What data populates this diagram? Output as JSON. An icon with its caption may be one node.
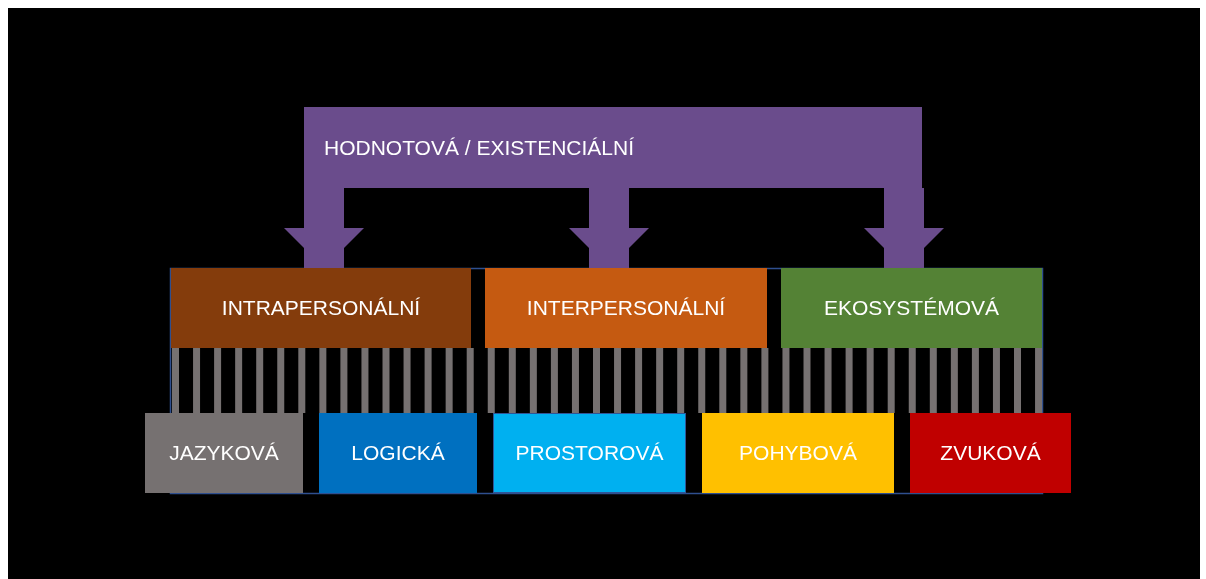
{
  "diagram": {
    "nodes": [
      {
        "text": [
          "HODNOTOVÁ / EXISTENCIÁLNÍ"
        ]
      },
      {
        "text": [
          "INTRAPERSONÁLNÍ"
        ]
      },
      {
        "text": [
          "INTERPERSONÁLNÍ"
        ]
      },
      {
        "text": [
          "EKOSYSTÉMOVÁ"
        ]
      },
      {
        "text": [
          "JAZYKOVÁ"
        ]
      },
      {
        "text": [
          "LOGICKÁ"
        ]
      },
      {
        "text": [
          "PROSTOROVÁ"
        ]
      },
      {
        "text": [
          "POHYBOVÁ"
        ]
      },
      {
        "text": [
          "ZVUKOVÁ"
        ]
      }
    ],
    "edges": [
      {
        "from": 0,
        "to": 1,
        "arrow": "to"
      },
      {
        "from": 0,
        "to": 2,
        "arrow": "to"
      },
      {
        "from": 0,
        "to": 3,
        "arrow": "to"
      }
    ]
  }
}
